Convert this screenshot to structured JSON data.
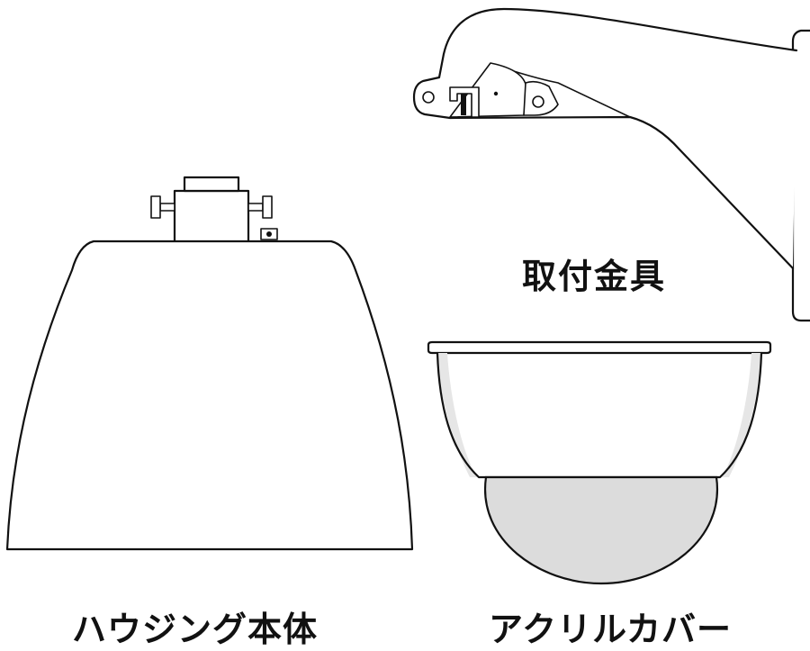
{
  "labels": {
    "mounting_bracket": "取付金具",
    "housing_body": "ハウジング本体",
    "acrylic_cover": "アクリルカバー"
  },
  "colors": {
    "outline": "#111111",
    "dome_tint": "#dcdcdc",
    "cover_shade": "#e6e6e6",
    "background": "#ffffff"
  }
}
